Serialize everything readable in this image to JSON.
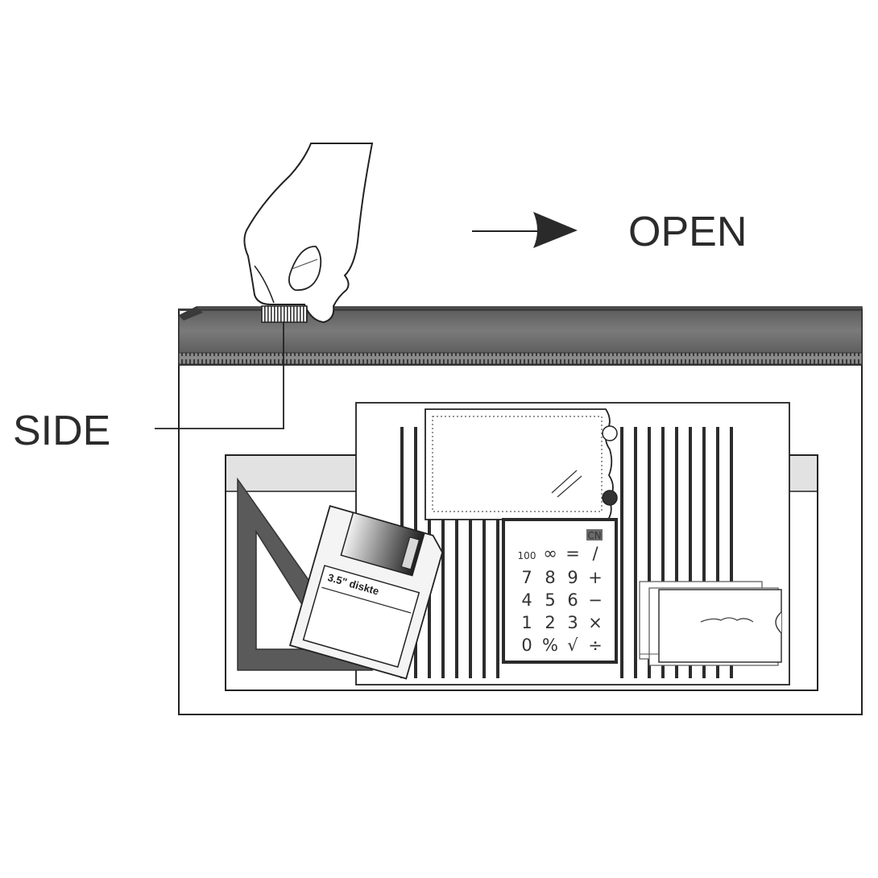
{
  "labels": {
    "open": "OPEN",
    "side": "SIDE"
  },
  "diskette": {
    "label": "3.5\" diskte"
  },
  "calculator": {
    "badge": "CN",
    "rows": [
      [
        "100",
        "∞",
        "=",
        "/"
      ],
      [
        "7",
        "8",
        "9",
        "+"
      ],
      [
        "4",
        "5",
        "6",
        "−"
      ],
      [
        "1",
        "2",
        "3",
        "×"
      ],
      [
        "0",
        "%",
        "√",
        "÷"
      ]
    ]
  },
  "colors": {
    "zipper": "#6e6e6e",
    "zipper_dark": "#3f3f3f",
    "outline": "#222222",
    "triangle": "#5a5a5a",
    "gray_strip": "#e0e0e0"
  },
  "icons": [
    "hand-icon",
    "arrow-right-icon",
    "zipper-pull-icon"
  ]
}
